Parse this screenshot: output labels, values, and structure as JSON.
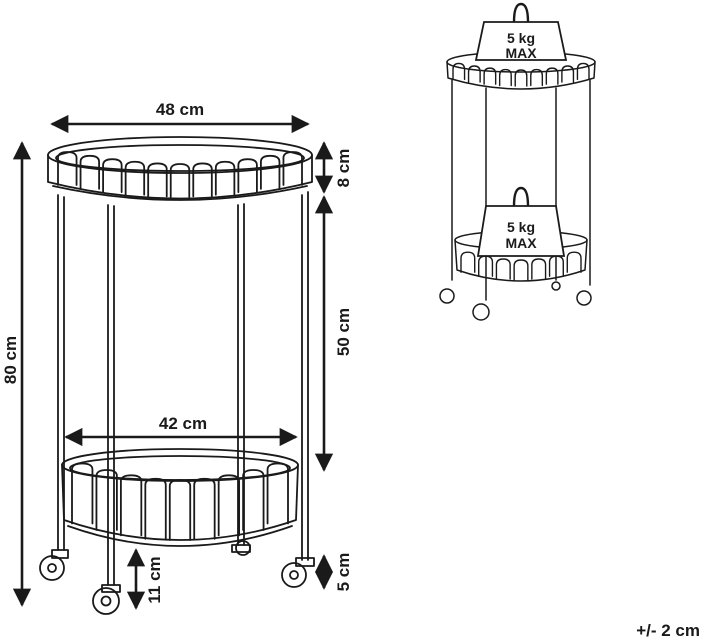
{
  "dimensions": {
    "top_width": "48 cm",
    "bottom_width": "42 cm",
    "total_height": "80 cm",
    "rim_height": "8 cm",
    "shelf_gap": "50 cm",
    "shelf_clearance": "11 cm",
    "wheel_height": "5 cm"
  },
  "load": {
    "top_weight": "5 kg",
    "top_max": "MAX",
    "bottom_weight": "5 kg",
    "bottom_max": "MAX"
  },
  "tolerance": "+/- 2 cm",
  "colors": {
    "ink": "#1a1a1a",
    "weight_fill": "#ffffff"
  }
}
